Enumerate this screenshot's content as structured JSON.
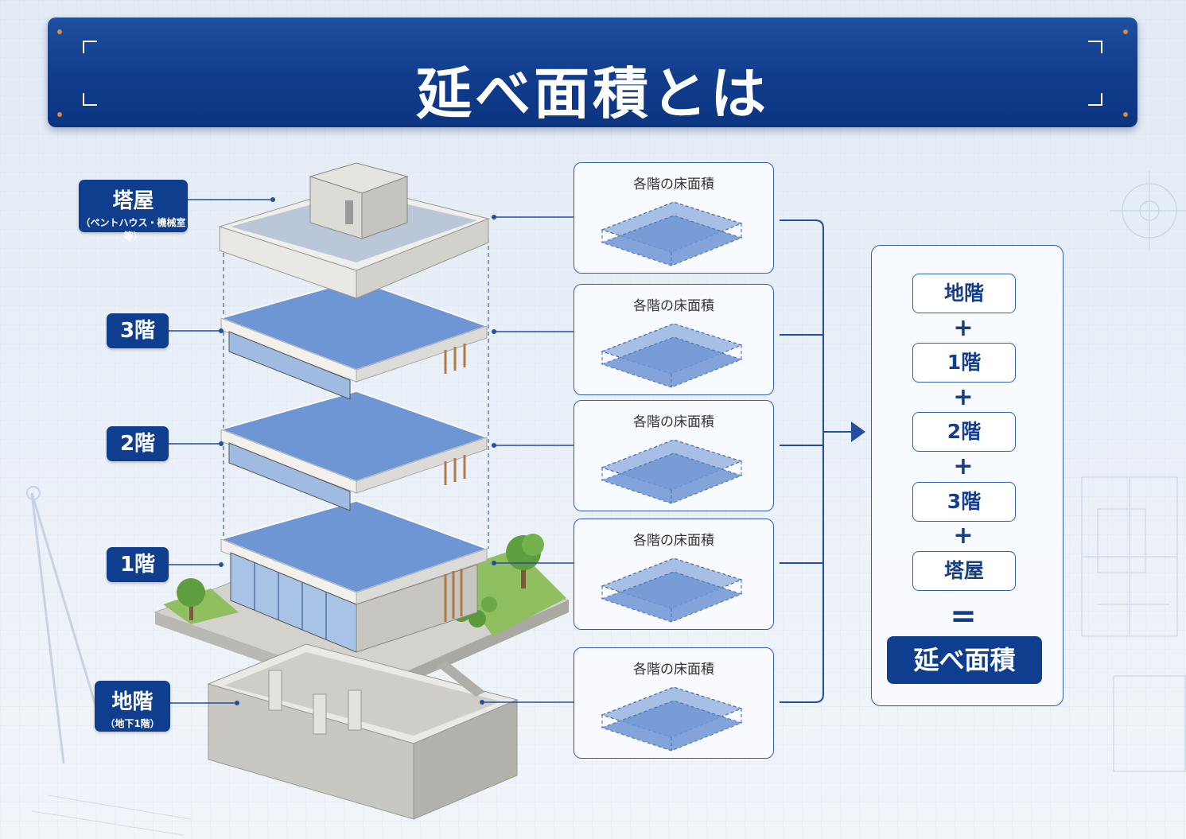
{
  "title": "延べ面積とは",
  "floors": {
    "penthouse": {
      "name": "塔屋",
      "note": "（ペントハウス・機械室等）"
    },
    "floor3": {
      "name": "3階"
    },
    "floor2": {
      "name": "2階"
    },
    "floor1": {
      "name": "1階"
    },
    "basement": {
      "name": "地階",
      "note": "（地下1階）"
    }
  },
  "cards": {
    "label": "各階の床面積",
    "items": [
      "各階の床面積",
      "各階の床面積",
      "各階の床面積",
      "各階の床面積",
      "各階の床面積"
    ]
  },
  "summary": {
    "items": [
      "地階",
      "1階",
      "2階",
      "3階",
      "塔屋"
    ],
    "plus": "+",
    "equals": "=",
    "result": "延べ面積"
  },
  "colors": {
    "navy": "#0f3e8f",
    "floor_blue": "#6f96d4",
    "background": "#eaf0f7",
    "concrete": "#e6e4df"
  }
}
